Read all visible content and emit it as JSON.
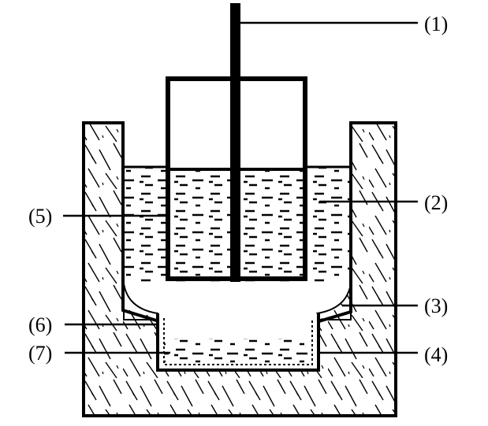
{
  "labels": {
    "l1": "(1)",
    "l2": "(2)",
    "l3": "(3)",
    "l4": "(4)",
    "l5": "(5)",
    "l6": "(6)",
    "l7": "(7)"
  },
  "colors": {
    "ink": "#000000",
    "paper": "#ffffff"
  }
}
